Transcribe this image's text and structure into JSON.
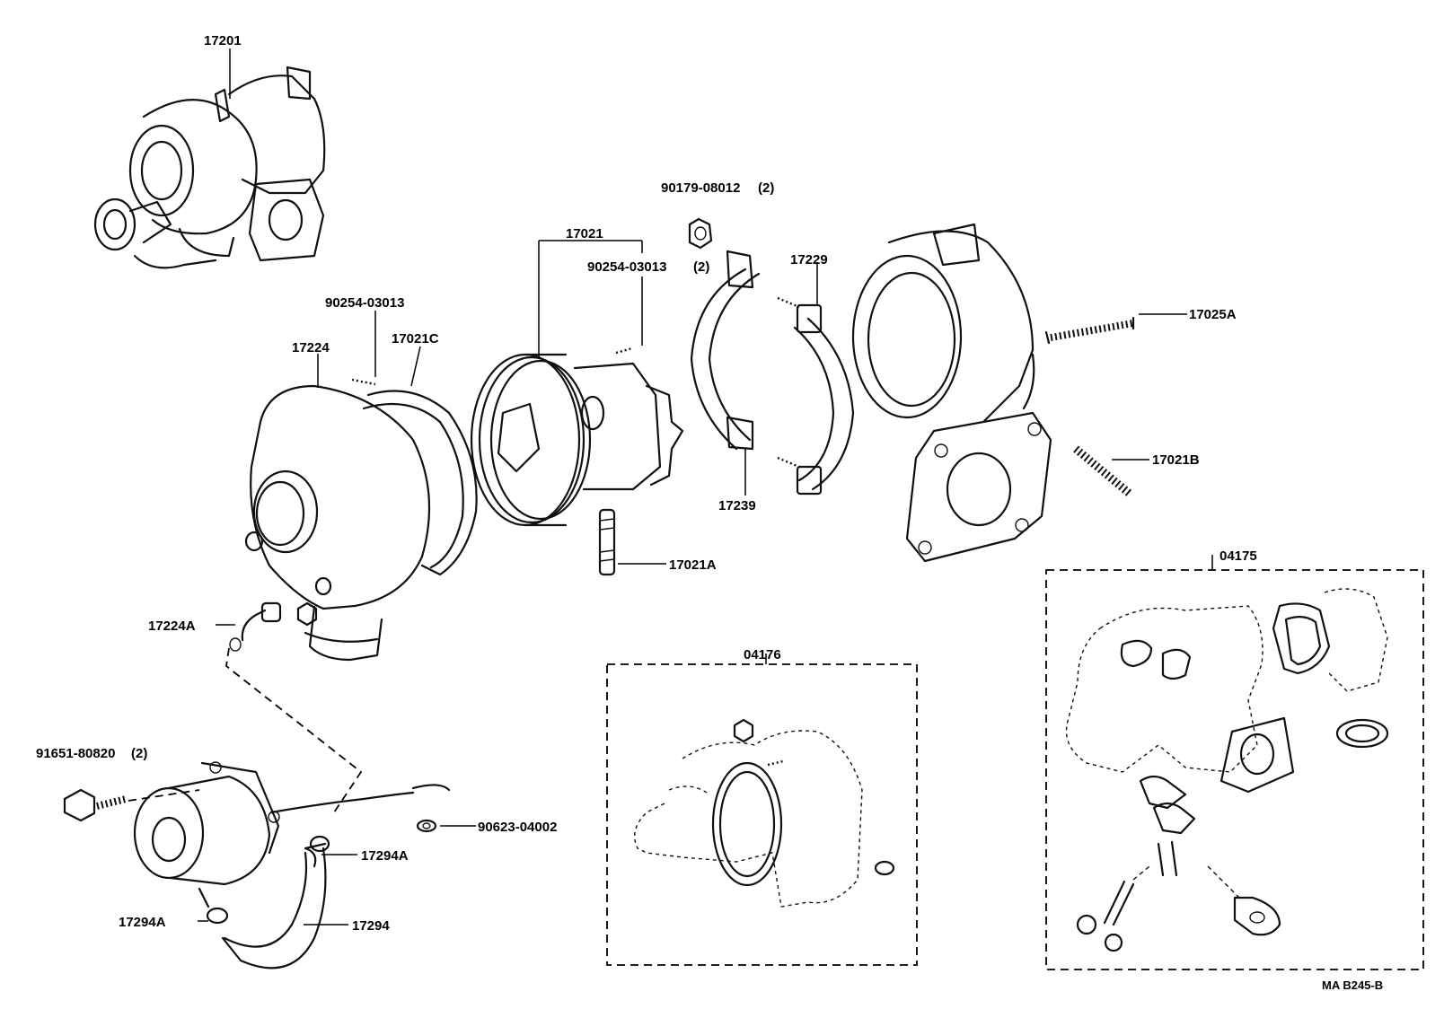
{
  "diagram": {
    "reference_code": "MA  B245-B",
    "labels": {
      "p17201": "17201",
      "p90179": "90179-08012",
      "p90179_qty": "(2)",
      "p17021": "17021",
      "p90254b": "90254-03013",
      "p90254b_qty": "(2)",
      "p17229": "17229",
      "p90254a": "90254-03013",
      "p17224": "17224",
      "p17021C": "17021C",
      "p17025A": "17025A",
      "p17021B": "17021B",
      "p17239": "17239",
      "p17021A": "17021A",
      "p04175": "04175",
      "p17224A": "17224A",
      "p04176": "04176",
      "p91651": "91651-80820",
      "p91651_qty": "(2)",
      "p90623": "90623-04002",
      "p17294A_1": "17294A",
      "p17294A_2": "17294A",
      "p17294": "17294"
    }
  }
}
